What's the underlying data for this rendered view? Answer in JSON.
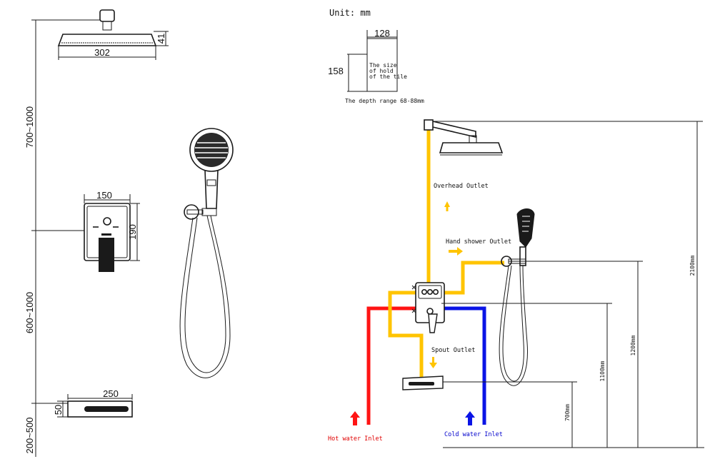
{
  "colors": {
    "hot": "#ff1414",
    "cold": "#0a14e6",
    "mixed": "#ffc400",
    "line": "#1a1a1a"
  },
  "left_panel": {
    "head_width": "302",
    "head_height": "41",
    "range_top": "700~1000",
    "range_mid": "600~1000",
    "range_bottom": "200~500",
    "valve_width": "150",
    "valve_height": "190",
    "spout_width": "250",
    "spout_height": "50"
  },
  "tile": {
    "unit": "Unit: mm",
    "width": "128",
    "height": "158",
    "note_line1": "The size",
    "note_line2": "of hold",
    "note_line3": "of the tile",
    "depth": "The depth range 68-88mm"
  },
  "labels": {
    "overhead": "Overhead Outlet",
    "hand_shower": "Hand shower Outlet",
    "spout": "Spout Outlet",
    "hot_inlet": "Hot water Inlet",
    "cold_inlet": "Cold water Inlet"
  },
  "heights": {
    "h2100": "2100mm",
    "h1200": "1200mm",
    "h1100": "1100mm",
    "h700": "700mm"
  }
}
